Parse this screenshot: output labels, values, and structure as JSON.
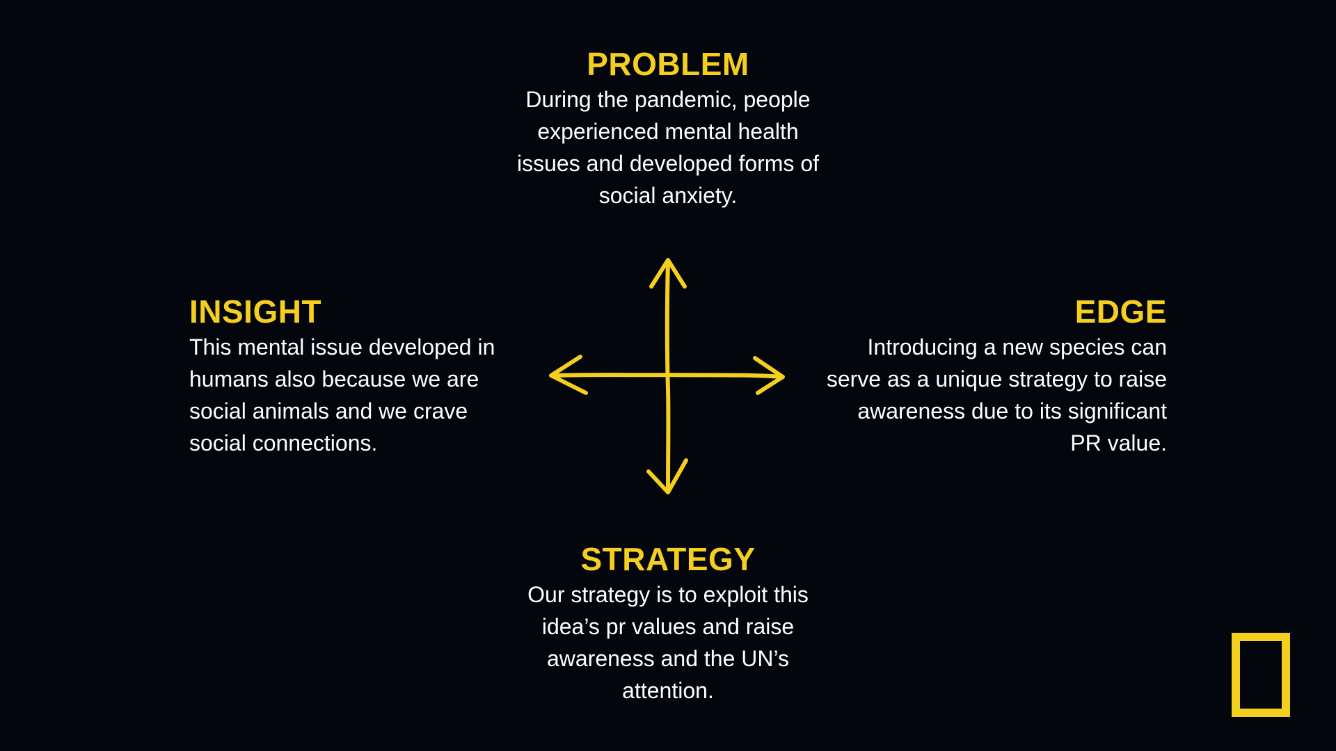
{
  "colors": {
    "background": "#04060d",
    "accent": "#f5cf1f",
    "text": "#ffffff"
  },
  "problem": {
    "title": "PROBLEM",
    "body": "During the pandemic, people experienced mental health issues and developed forms of social anxiety."
  },
  "insight": {
    "title": "INSIGHT",
    "body": "This mental issue developed in humans also because we are social animals and we crave social connections."
  },
  "edge": {
    "title": "EDGE",
    "body": "Introducing a new species can serve as a unique strategy to raise awareness due to its significant PR value."
  },
  "strategy": {
    "title": "STRATEGY",
    "body": "Our strategy is to exploit this idea’s pr values and raise awareness and the UN’s attention."
  },
  "icons": {
    "center": "four-way-arrow-icon",
    "logo": "yellow-rectangle-logo"
  }
}
